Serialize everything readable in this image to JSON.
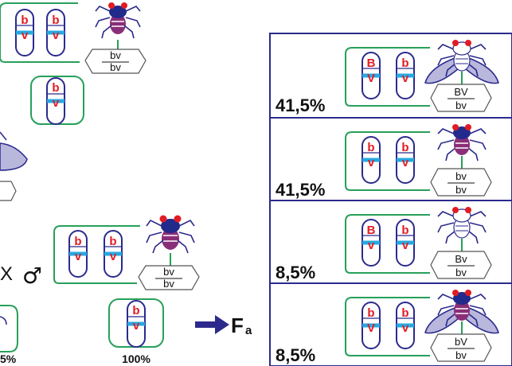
{
  "colors": {
    "box_border": "#2b2a8c",
    "group_outline": "#27a05a",
    "allele_red": "#e21b23",
    "chromosome_blue": "#2b2a8c",
    "centromere": "#27a9e1",
    "fly_body_purple": "#8a2e78",
    "fly_head_blue": "#222a8c",
    "fly_eye_red": "#e21b23",
    "wing_lavender": "#b9b7dc",
    "arrow": "#2b2a8c"
  },
  "left": {
    "female_top": {
      "chromosomes": [
        {
          "top": "b",
          "bottom": "v"
        },
        {
          "top": "b",
          "bottom": "v"
        }
      ],
      "genotype": {
        "top": "bv",
        "bottom": "bv"
      },
      "icon": "vestigial-black-fly-icon"
    },
    "gamete_top": {
      "top": "b",
      "bottom": "v"
    },
    "cross": {
      "left_symbol_partial": "X",
      "male_symbol": "♂"
    },
    "male_parent": {
      "chromosomes": [
        {
          "top": "b",
          "bottom": "v"
        },
        {
          "top": "b",
          "bottom": "v"
        }
      ],
      "genotype": {
        "top": "bv",
        "bottom": "bv"
      },
      "icon": "vestigial-black-fly-icon"
    },
    "gamete_male": {
      "top": "b",
      "bottom": "v",
      "percent": "100%"
    },
    "partial_left_percent": "5%",
    "arrow_label_main": "F",
    "arrow_label_sub": "a"
  },
  "offspring": [
    {
      "percent": "41,5%",
      "chromosomes": [
        {
          "top": "B",
          "bottom": "V"
        },
        {
          "top": "b",
          "bottom": "v"
        }
      ],
      "genotype": {
        "top": "BV",
        "bottom": "bv"
      },
      "icon": "grey-long-winged-fly-icon"
    },
    {
      "percent": "41,5%",
      "chromosomes": [
        {
          "top": "b",
          "bottom": "v"
        },
        {
          "top": "b",
          "bottom": "v"
        }
      ],
      "genotype": {
        "top": "bv",
        "bottom": "bv"
      },
      "icon": "black-vestigial-fly-icon"
    },
    {
      "percent": "8,5%",
      "chromosomes": [
        {
          "top": "B",
          "bottom": "v"
        },
        {
          "top": "b",
          "bottom": "v"
        }
      ],
      "genotype": {
        "top": "Bv",
        "bottom": "bv"
      },
      "icon": "grey-vestigial-fly-icon"
    },
    {
      "percent": "8,5%",
      "chromosomes": [
        {
          "top": "b",
          "bottom": "V"
        },
        {
          "top": "b",
          "bottom": "v"
        }
      ],
      "genotype": {
        "top": "bV",
        "bottom": "bv"
      },
      "icon": "black-long-winged-fly-icon"
    }
  ]
}
